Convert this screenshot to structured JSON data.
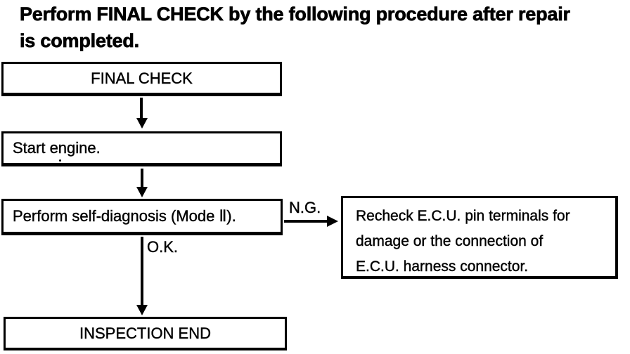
{
  "colors": {
    "ink": "#000000",
    "paper": "#ffffff"
  },
  "title": {
    "line1": "Perform FINAL CHECK by the following procedure after repair",
    "line2": "is completed."
  },
  "flowchart": {
    "nodes": {
      "final_check": {
        "label": "FINAL CHECK"
      },
      "start_engine": {
        "label": "Start engine."
      },
      "self_diagnosis": {
        "label": "Perform self-diagnosis (Mode Ⅱ)."
      },
      "recheck_ecu": {
        "lines": [
          "Recheck E.C.U. pin terminals for",
          "damage or the connection of",
          "E.C.U. harness connector."
        ]
      },
      "inspection_end": {
        "label": "INSPECTION END"
      }
    },
    "edge_labels": {
      "ng": "N.G.",
      "ok": "O.K."
    }
  },
  "icons": {
    "down_arrowhead": "filled-triangle-down",
    "right_arrowhead": "filled-triangle-right"
  }
}
